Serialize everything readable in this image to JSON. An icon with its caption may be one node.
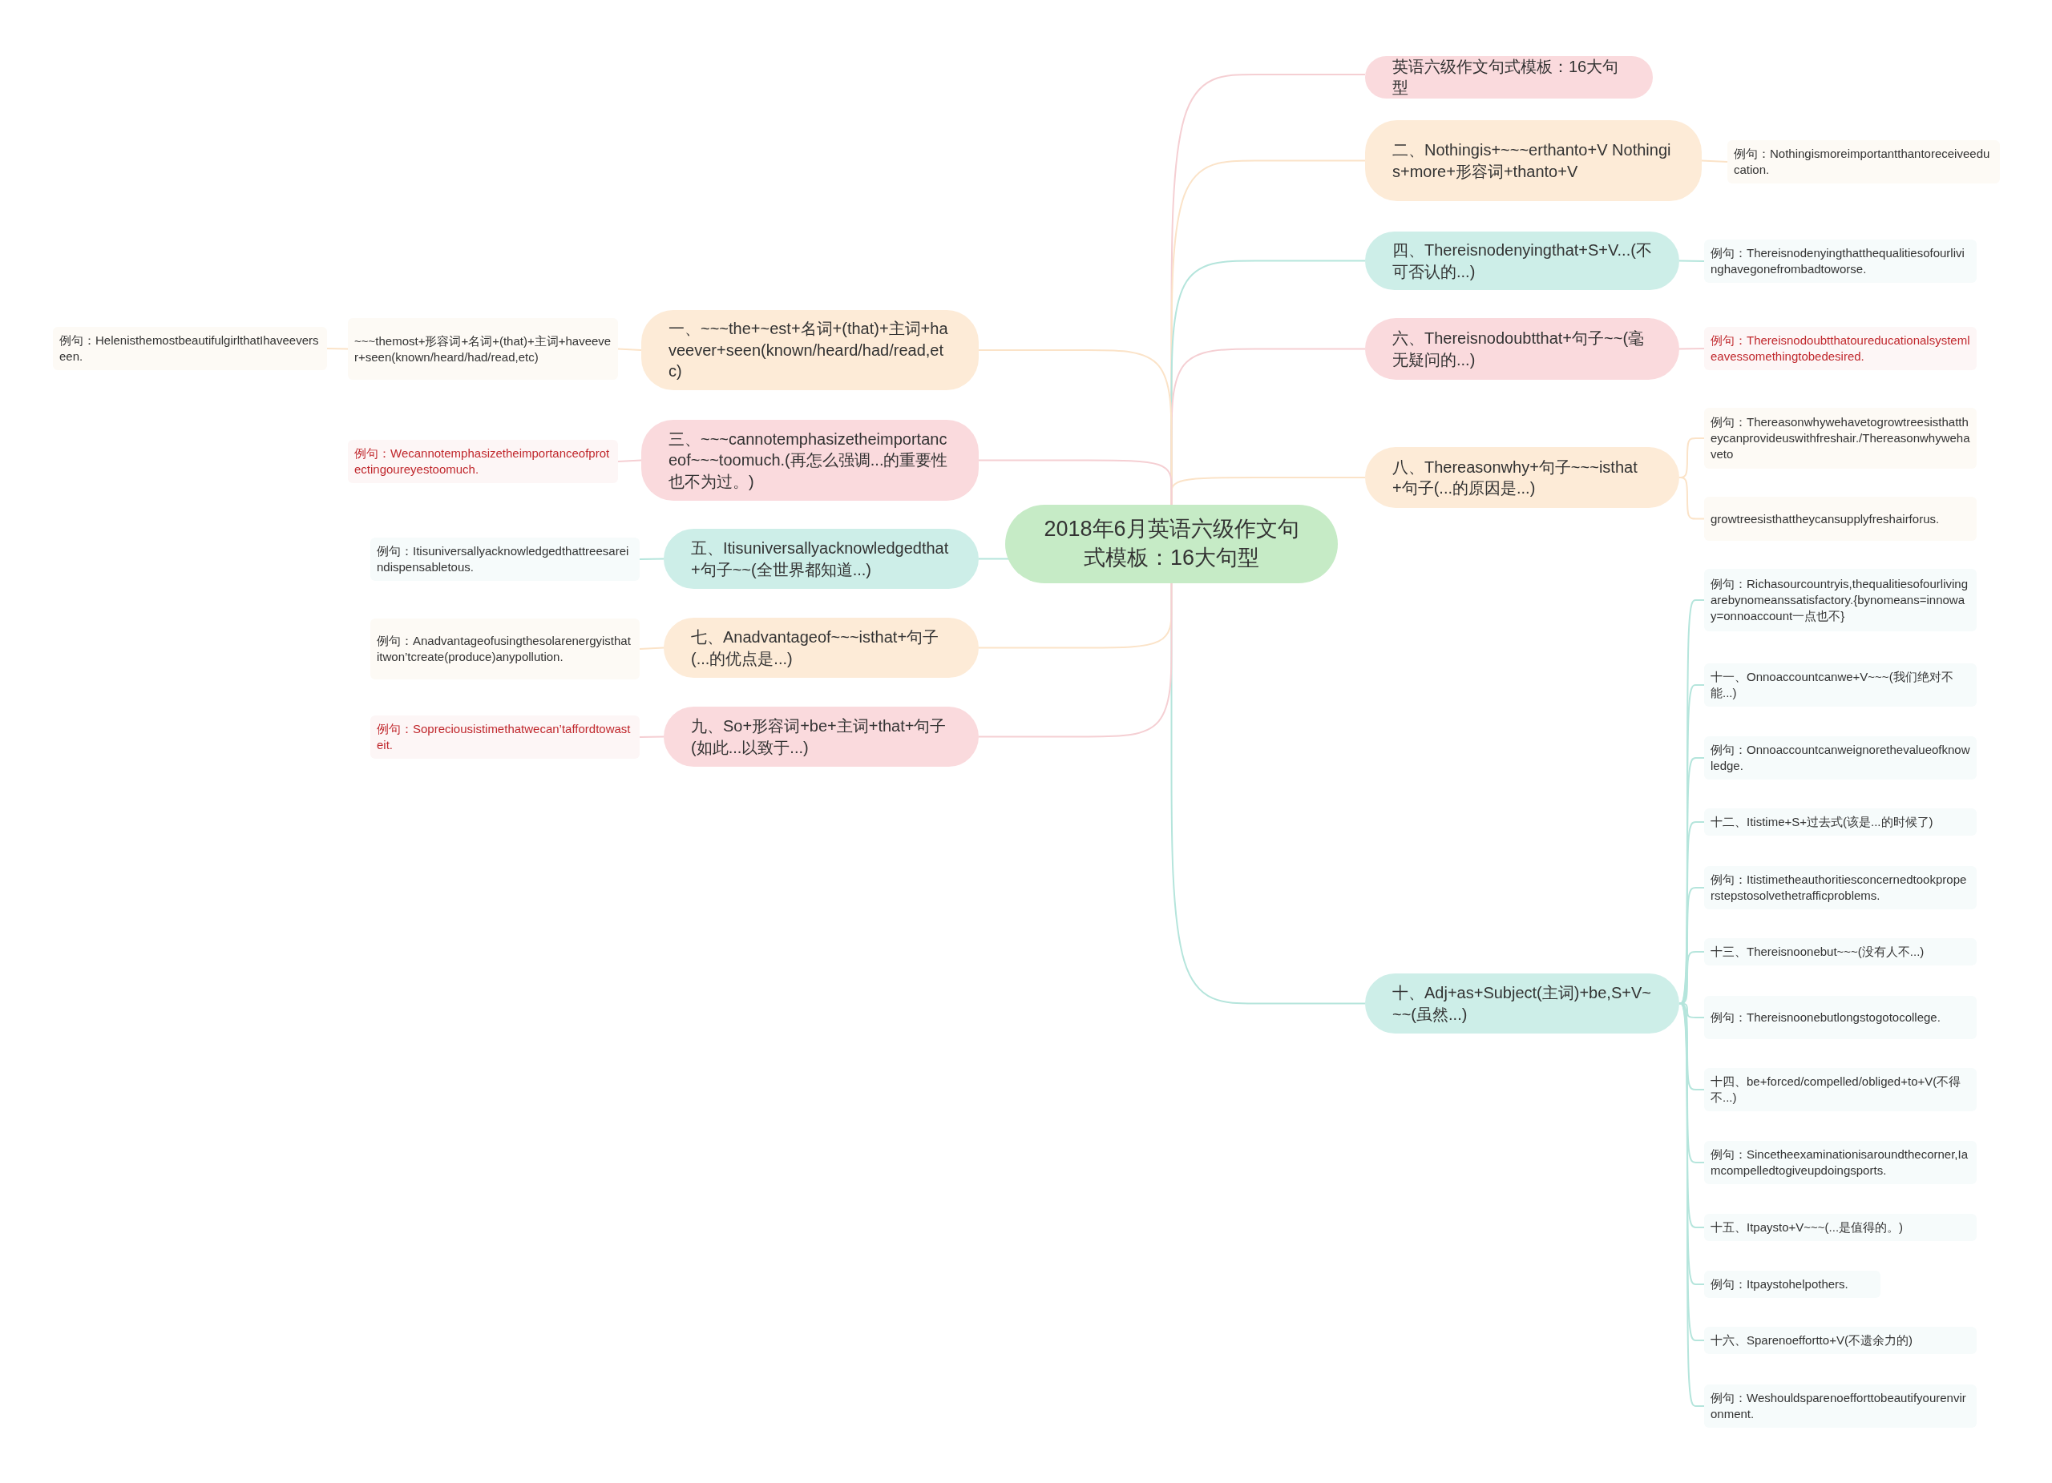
{
  "diagram": {
    "nodes": [
      {
        "text": [
          "2018年6月英语六级作文句式模板：16大句型"
        ]
      },
      {
        "text": [
          "英语六级作文句式模板：16大句型"
        ]
      },
      {
        "text": [
          "二、Nothingis+~~~erthanto+V Nothingis+more+形容词+thanto+V"
        ]
      },
      {
        "text": [
          "例句：Nothingismoreimportantthantoreceiveeducation."
        ]
      },
      {
        "text": [
          "四、Thereisnodenyingthat+S+V...(不可否认的...)"
        ]
      },
      {
        "text": [
          "例句：Thereisnodenyingthatthequalitiesofourlivinghavegonefrombadtoworse."
        ]
      },
      {
        "text": [
          "六、Thereisnodoubtthat+句子~~(毫无疑问的...)"
        ]
      },
      {
        "text": [
          "例句：Thereisnodoubtthatoureducationalsystemleavessomethingtobedesired."
        ]
      },
      {
        "text": [
          "八、Thereasonwhy+句子~~~isthat+句子(...的原因是...)"
        ]
      },
      {
        "text": [
          "例句：Thereasonwhywehavetogrowtreesisthattheycanprovideuswithfreshair./Thereasonwhywehaveto"
        ]
      },
      {
        "text": [
          "growtreesisthattheycansupplyfreshairforus."
        ]
      },
      {
        "text": [
          "十、Adj+as+Subject(主词)+be,S+V~~~(虽然...)"
        ]
      },
      {
        "text": [
          "例句：Richasourcountryis,thequalitiesofourlivingarebynomeanssatisfactory.{bynomeans=innoway=onnoaccount一点也不}"
        ]
      },
      {
        "text": [
          "十一、Onnoaccountcanwe+V~~~(我们绝对不能...)"
        ]
      },
      {
        "text": [
          "例句：Onnoaccountcanweignorethevalueofknowledge."
        ]
      },
      {
        "text": [
          "十二、Itistime+S+过去式(该是...的时候了)"
        ]
      },
      {
        "text": [
          "例句：Itistimetheauthoritiesconcernedtookproperstepstosolvethetrafficproblems."
        ]
      },
      {
        "text": [
          "十三、Thereisnoonebut~~~(没有人不...)"
        ]
      },
      {
        "text": [
          "例句：Thereisnoonebutlongstogotocollege."
        ]
      },
      {
        "text": [
          "十四、be+forced/compelled/obliged+to+V(不得不...)"
        ]
      },
      {
        "text": [
          "例句：Sincetheexaminationisaroundthecorner,Iamcompelledtogiveupdoingsports."
        ]
      },
      {
        "text": [
          "十五、Itpaysto+V~~~(...是值得的。)"
        ]
      },
      {
        "text": [
          "例句：Itpaystohelpothers."
        ]
      },
      {
        "text": [
          "十六、Sparenoeffortto+V(不遗余力的)"
        ]
      },
      {
        "text": [
          "例句：Weshouldsparenoefforttobeautifyourenvironment."
        ]
      },
      {
        "text": [
          "一、~~~the+~est+名词+(that)+主词+haveever+seen(known/heard/had/read,etc)"
        ]
      },
      {
        "text": [
          "~~~themost+形容词+名词+(that)+主词+haveever+seen(known/heard/had/read,etc)"
        ]
      },
      {
        "text": [
          "例句：HelenisthemostbeautifulgirlthatIhaveeverseen."
        ]
      },
      {
        "text": [
          "三、~~~cannotemphasizetheimportanceof~~~toomuch.(再怎么强调...的重要性也不为过。)"
        ]
      },
      {
        "text": [
          "例句：Wecannotemphasizetheimportanceofprotectingoureyestoomuch."
        ]
      },
      {
        "text": [
          "五、Itisuniversallyacknowledgedthat+句子~~(全世界都知道...)"
        ]
      },
      {
        "text": [
          "例句：Itisuniversallyacknowledgedthattreesareindispensabletous."
        ]
      },
      {
        "text": [
          "七、Anadvantageof~~~isthat+句子(...的优点是...)"
        ]
      },
      {
        "text": [
          "例句：Anadvantageofusingthesolarenergyisthatitwon’tcreate(produce)anypollution."
        ]
      },
      {
        "text": [
          "九、So+形容词+be+主词+that+句子(如此...以致于...)"
        ]
      },
      {
        "text": [
          "例句：Sopreciousistimethatwecan’taffordtowasteit."
        ]
      }
    ],
    "edges": [
      {
        "from": 0,
        "to": 1,
        "arrow": "none",
        "color": "#f5cfd3"
      },
      {
        "from": 0,
        "to": 2,
        "arrow": "none",
        "color": "#fbe3c8"
      },
      {
        "from": 2,
        "to": 3,
        "arrow": "none",
        "color": "#fbe3c8"
      },
      {
        "from": 0,
        "to": 4,
        "arrow": "none",
        "color": "#b5e5dc"
      },
      {
        "from": 4,
        "to": 5,
        "arrow": "none",
        "color": "#b5e5dc"
      },
      {
        "from": 0,
        "to": 6,
        "arrow": "none",
        "color": "#f5cfd3"
      },
      {
        "from": 6,
        "to": 7,
        "arrow": "none",
        "color": "#f5cfd3"
      },
      {
        "from": 0,
        "to": 8,
        "arrow": "none",
        "color": "#fbe3c8"
      },
      {
        "from": 8,
        "to": 9,
        "arrow": "none",
        "color": "#fbe3c8"
      },
      {
        "from": 8,
        "to": 10,
        "arrow": "none",
        "color": "#fbe3c8"
      },
      {
        "from": 0,
        "to": 11,
        "arrow": "none",
        "color": "#b5e5dc"
      },
      {
        "from": 11,
        "to": 12,
        "arrow": "none",
        "color": "#b5e5dc"
      },
      {
        "from": 11,
        "to": 13,
        "arrow": "none",
        "color": "#b5e5dc"
      },
      {
        "from": 11,
        "to": 14,
        "arrow": "none",
        "color": "#b5e5dc"
      },
      {
        "from": 11,
        "to": 15,
        "arrow": "none",
        "color": "#b5e5dc"
      },
      {
        "from": 11,
        "to": 16,
        "arrow": "none",
        "color": "#b5e5dc"
      },
      {
        "from": 11,
        "to": 17,
        "arrow": "none",
        "color": "#b5e5dc"
      },
      {
        "from": 11,
        "to": 18,
        "arrow": "none",
        "color": "#b5e5dc"
      },
      {
        "from": 11,
        "to": 19,
        "arrow": "none",
        "color": "#b5e5dc"
      },
      {
        "from": 11,
        "to": 20,
        "arrow": "none",
        "color": "#b5e5dc"
      },
      {
        "from": 11,
        "to": 21,
        "arrow": "none",
        "color": "#b5e5dc"
      },
      {
        "from": 11,
        "to": 22,
        "arrow": "none",
        "color": "#b5e5dc"
      },
      {
        "from": 11,
        "to": 23,
        "arrow": "none",
        "color": "#b5e5dc"
      },
      {
        "from": 11,
        "to": 24,
        "arrow": "none",
        "color": "#b5e5dc"
      },
      {
        "from": 0,
        "to": 25,
        "arrow": "none",
        "color": "#fbe3c8"
      },
      {
        "from": 25,
        "to": 26,
        "arrow": "none",
        "color": "#fbe3c8"
      },
      {
        "from": 26,
        "to": 27,
        "arrow": "none",
        "color": "#fbe3c8"
      },
      {
        "from": 0,
        "to": 28,
        "arrow": "none",
        "color": "#f5cfd3"
      },
      {
        "from": 28,
        "to": 29,
        "arrow": "none",
        "color": "#f5cfd3"
      },
      {
        "from": 0,
        "to": 30,
        "arrow": "none",
        "color": "#b5e5dc"
      },
      {
        "from": 30,
        "to": 31,
        "arrow": "none",
        "color": "#b5e5dc"
      },
      {
        "from": 0,
        "to": 32,
        "arrow": "none",
        "color": "#fbe3c8"
      },
      {
        "from": 32,
        "to": 33,
        "arrow": "none",
        "color": "#fbe3c8"
      },
      {
        "from": 0,
        "to": 34,
        "arrow": "none",
        "color": "#f5cfd3"
      },
      {
        "from": 34,
        "to": 35,
        "arrow": "none",
        "color": "#f5cfd3"
      }
    ]
  }
}
